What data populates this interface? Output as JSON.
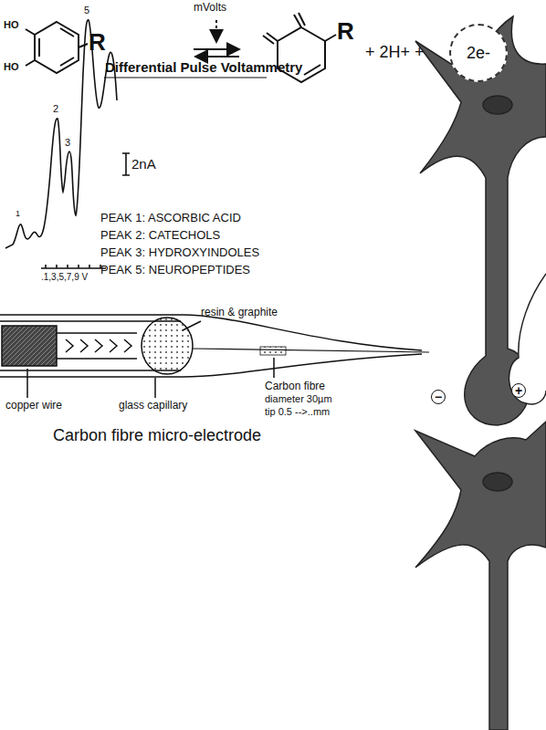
{
  "diagram": {
    "nodes": [
      {
        "text": [
          "2e-"
        ]
      }
    ],
    "labels": [
      "HO",
      "HO",
      "R",
      "mVolts",
      "R",
      "+ 2H+ +",
      "Differential Pulse Voltammetry",
      "1",
      "2",
      "3",
      "5",
      "2nA",
      "PEAK 1: ASCORBIC ACID",
      "PEAK 2: CATECHOLS",
      "PEAK 3: HYDROXYINDOLES",
      "PEAK 5: NEUROPEPTIDES",
      ".1,3,5,7,9 V",
      "resin & graphite",
      "copper wire",
      "glass capillary",
      "Carbon fibre",
      "diameter 30µm",
      "tip 0.5 -->..mm",
      "Carbon fibre micro-electrode",
      "−",
      "+"
    ]
  }
}
